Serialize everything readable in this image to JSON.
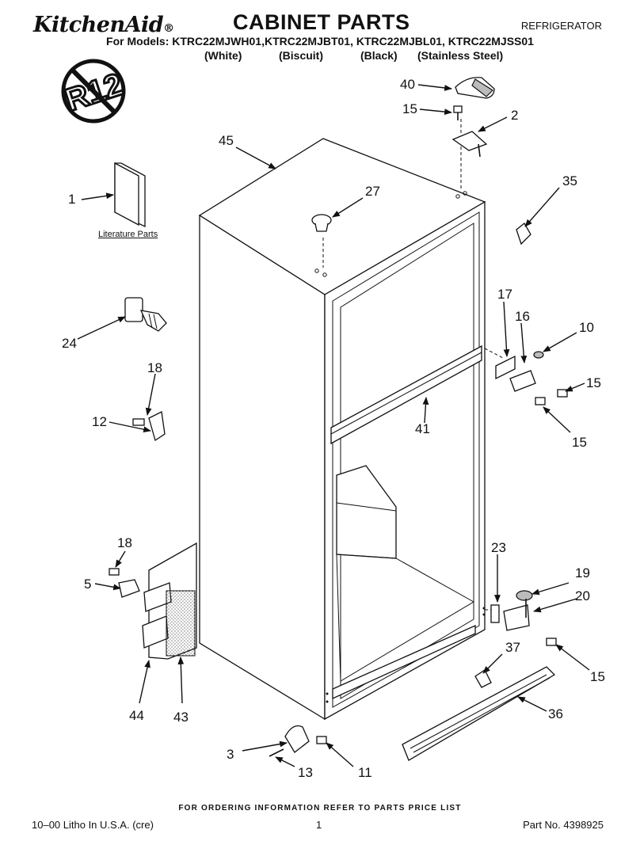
{
  "header": {
    "brand": "KitchenAid",
    "brand_mark": "®",
    "title": "CABINET PARTS",
    "category": "REFRIGERATOR",
    "models_line": "For Models: KTRC22MJWH01,KTRC22MJBT01, KTRC22MJBL01, KTRC22MJSS01",
    "colors": [
      "(White)",
      "(Biscuit)",
      "(Black)",
      "(Stainless Steel)"
    ]
  },
  "badge": {
    "text": "R12"
  },
  "diagram": {
    "literature_label": "Literature Parts",
    "callouts": {
      "c40": "40",
      "c15a": "15",
      "c2": "2",
      "c45": "45",
      "c27": "27",
      "c35": "35",
      "c1": "1",
      "c24": "24",
      "c17": "17",
      "c16": "16",
      "c10": "10",
      "c15b": "15",
      "c18a": "18",
      "c12": "12",
      "c41": "41",
      "c15c": "15",
      "c18b": "18",
      "c5": "5",
      "c23": "23",
      "c19": "19",
      "c20": "20",
      "c37": "37",
      "c15d": "15",
      "c44": "44",
      "c43": "43",
      "c36": "36",
      "c3": "3",
      "c11": "11",
      "c13": "13"
    }
  },
  "footer": {
    "note": "FOR ORDERING INFORMATION REFER TO PARTS PRICE LIST",
    "litho": "10–00 Litho In U.S.A. (cre)",
    "page": "1",
    "part_no": "Part No. 4398925"
  }
}
